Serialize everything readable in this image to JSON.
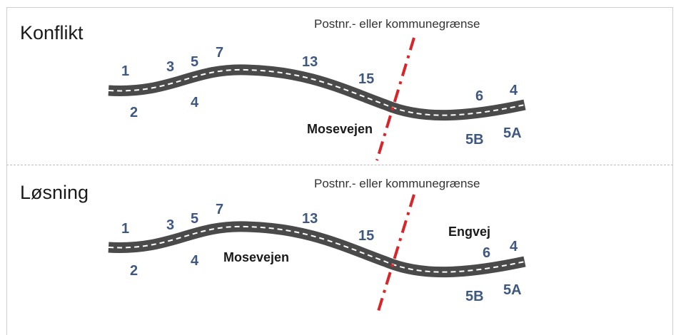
{
  "colors": {
    "road": "#4a4a4a",
    "road_center_line": "#ffffff",
    "border_line": "#d9252a",
    "house_numbers": "#3f5880"
  },
  "panels": [
    {
      "title": "Konflikt",
      "border_label": "Postnr.- eller kommunegrænse",
      "numbers": {
        "n1": "1",
        "n2": "2",
        "n3": "3",
        "n4": "4",
        "n5": "5",
        "n7": "7",
        "n13": "13",
        "n15": "15",
        "n6": "6",
        "n4b": "4",
        "n5b": "5B",
        "n5a": "5A"
      },
      "road_names": {
        "main": "Mosevejen"
      }
    },
    {
      "title": "Løsning",
      "border_label": "Postnr.- eller kommunegrænse",
      "numbers": {
        "n1": "1",
        "n2": "2",
        "n3": "3",
        "n4": "4",
        "n5": "5",
        "n7": "7",
        "n13": "13",
        "n15": "15",
        "n6": "6",
        "n4b": "4",
        "n5b": "5B",
        "n5a": "5A"
      },
      "road_names": {
        "main": "Mosevejen",
        "secondary": "Engvej"
      }
    }
  ]
}
